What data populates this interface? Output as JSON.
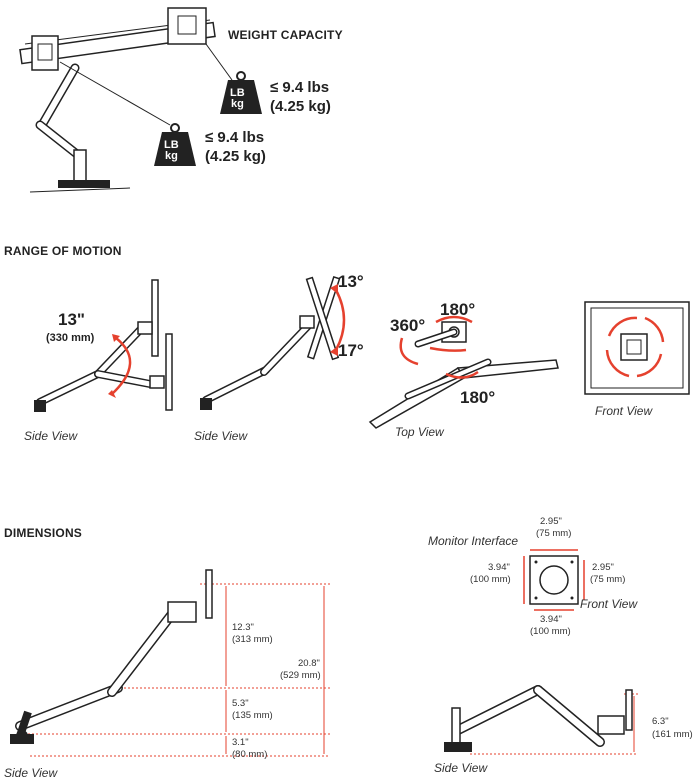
{
  "weight": {
    "heading": "WEIGHT CAPACITY",
    "icon_top": "LB",
    "icon_bottom": "kg",
    "right_lbs": "≤ 9.4 lbs",
    "right_kg": "(4.25 kg)",
    "left_lbs": "≤ 9.4 lbs",
    "left_kg": "(4.25 kg)"
  },
  "range": {
    "heading": "RANGE OF MOTION",
    "side1_value": "13\"",
    "side1_mm": "(330 mm)",
    "side1_caption": "Side View",
    "side2_tilt_up": "13°",
    "side2_tilt_down": "17°",
    "side2_caption": "Side View",
    "top_rotate": "360°",
    "top_swivel": "180°",
    "top_pan": "180°",
    "top_caption": "Top View",
    "front_caption": "Front View"
  },
  "dimensions": {
    "heading": "DIMENSIONS",
    "upper_in": "12.3\"",
    "upper_mm": "(313 mm)",
    "total_in": "20.8\"",
    "total_mm": "(529 mm)",
    "middle_in": "5.3\"",
    "middle_mm": "(135 mm)",
    "lower_in": "3.1\"",
    "lower_mm": "(80 mm)",
    "side_caption": "Side View",
    "interface_label": "Monitor Interface",
    "top_in": "2.95\"",
    "top_mm": "(75 mm)",
    "left_in": "3.94\"",
    "left_mm": "(100 mm)",
    "right_in": "2.95\"",
    "right_mm": "(75 mm)",
    "bottom_in": "3.94\"",
    "bottom_mm": "(100 mm)",
    "front_caption": "Front View",
    "low_in": "6.3\"",
    "low_mm": "(161 mm)",
    "low_caption": "Side View"
  }
}
